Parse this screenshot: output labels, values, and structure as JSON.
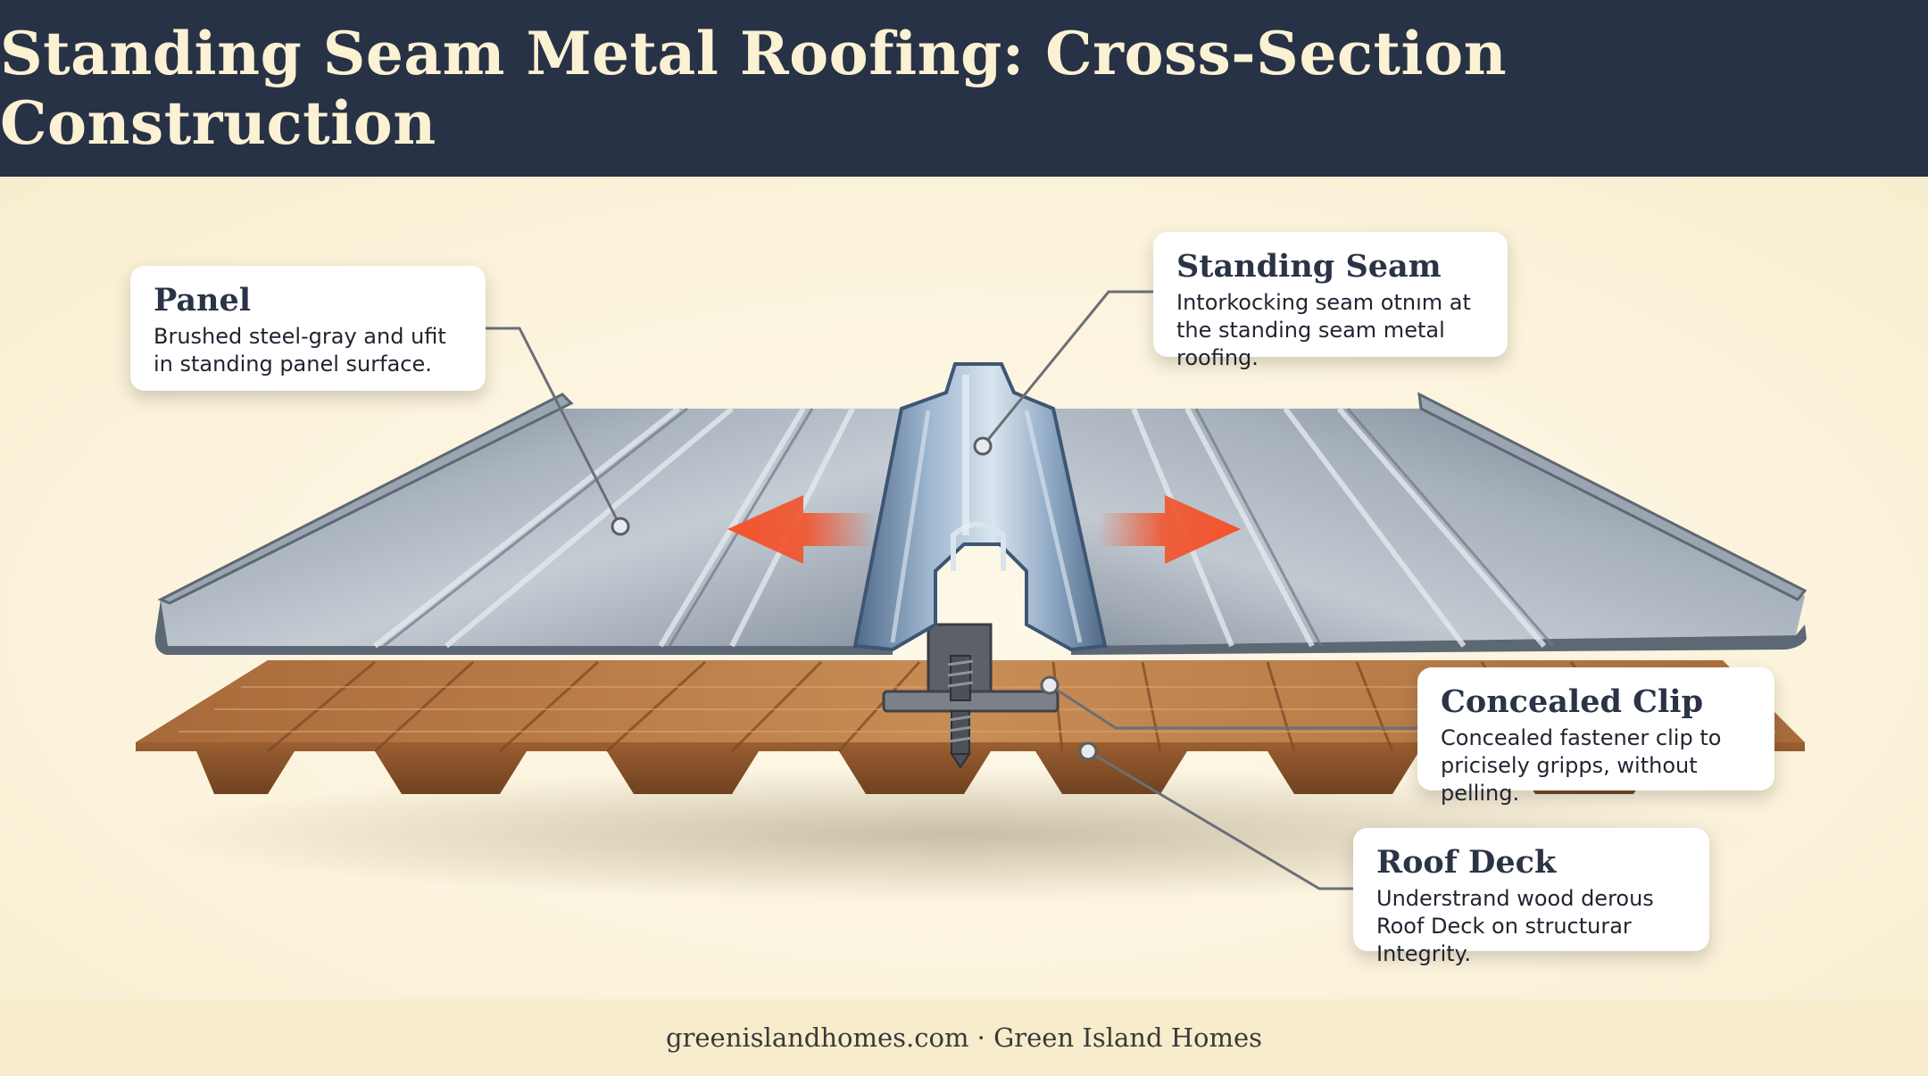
{
  "header": {
    "title": "Standing Seam Metal Roofing: Cross-Section Construction"
  },
  "callouts": {
    "panel": {
      "title": "Panel",
      "desc": "Brushed steel-gray and ufit in standing panel surface."
    },
    "standing_seam": {
      "title": "Standing Seam",
      "desc": "Intorkocking seam otnım at the standing seam metal roofing."
    },
    "concealed_clip": {
      "title": "Concealed Clip",
      "desc": "Concealed fastener clip to pricisely gripps, without pelling."
    },
    "roof_deck": {
      "title": "Roof Deck",
      "desc": "Understrand wood derous Roof Deck on structurar Integrity."
    }
  },
  "footer": {
    "credit": "greenislandhomes.com · Green Island Homes"
  },
  "colors": {
    "header_bg": "#283246",
    "title_text": "#fbf1d3",
    "background": "#fbf4dd",
    "arrow": "#f2542d",
    "metal": "#8e9aa8",
    "seam": "#7f9bb8",
    "wood": "#b77a42"
  }
}
